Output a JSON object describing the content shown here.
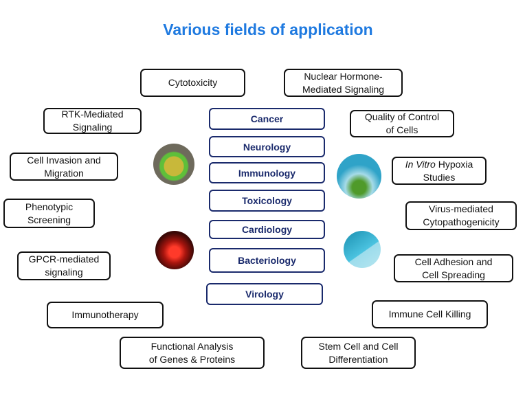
{
  "title": "Various fields of application",
  "center_fields": [
    "Cancer",
    "Neurology",
    "Immunology",
    "Toxicology",
    "Cardiology",
    "Bacteriology",
    "Virology"
  ],
  "applications": {
    "cytotoxicity": [
      "Cytotoxicity"
    ],
    "nuclear_hormone": [
      "Nuclear Hormone-",
      "Mediated Signaling"
    ],
    "rtk": [
      "RTK-Mediated",
      "Signaling"
    ],
    "quality": [
      "Quality of Control",
      "of Cells"
    ],
    "invasion": [
      "Cell Invasion and",
      "Migration"
    ],
    "hypoxia": {
      "italic": "In Vitro",
      "rest": " Hypoxia",
      "line2": "Studies"
    },
    "phenotypic": [
      "Phenotypic",
      "Screening"
    ],
    "virus": [
      "Virus-mediated",
      "Cytopathogenicity"
    ],
    "gpcr": [
      "GPCR-mediated",
      "signaling"
    ],
    "adhesion": [
      "Cell Adhesion and",
      "Cell Spreading"
    ],
    "immunotherapy": [
      "Immunotherapy"
    ],
    "killing": [
      "Immune Cell Killing"
    ],
    "functional": [
      "Functional Analysis",
      "of Genes & Proteins"
    ],
    "stem": [
      "Stem Cell and Cell",
      "Differentiation"
    ]
  }
}
